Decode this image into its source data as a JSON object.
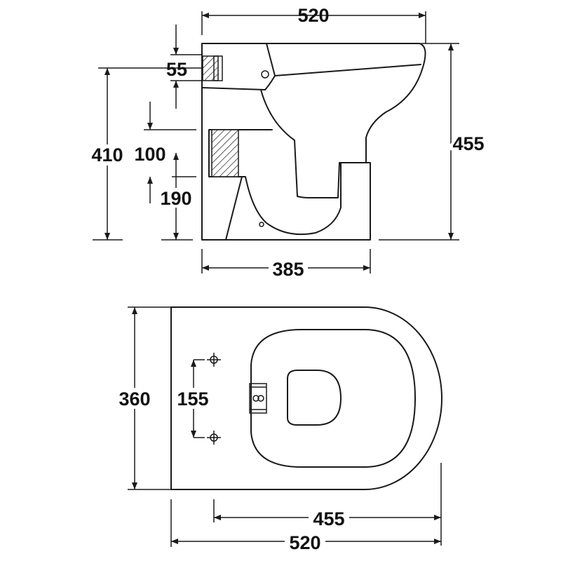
{
  "side_view": {
    "dim_width_top": "520",
    "dim_height_total": "455",
    "dim_height_inlet": "410",
    "dim_inlet_offset": "55",
    "dim_outlet_size": "100",
    "dim_outlet_height": "190",
    "dim_base_depth": "385"
  },
  "plan_view": {
    "dim_width": "360",
    "dim_fixing_centres": "155",
    "dim_projection_fixings": "455",
    "dim_projection_total": "520"
  }
}
